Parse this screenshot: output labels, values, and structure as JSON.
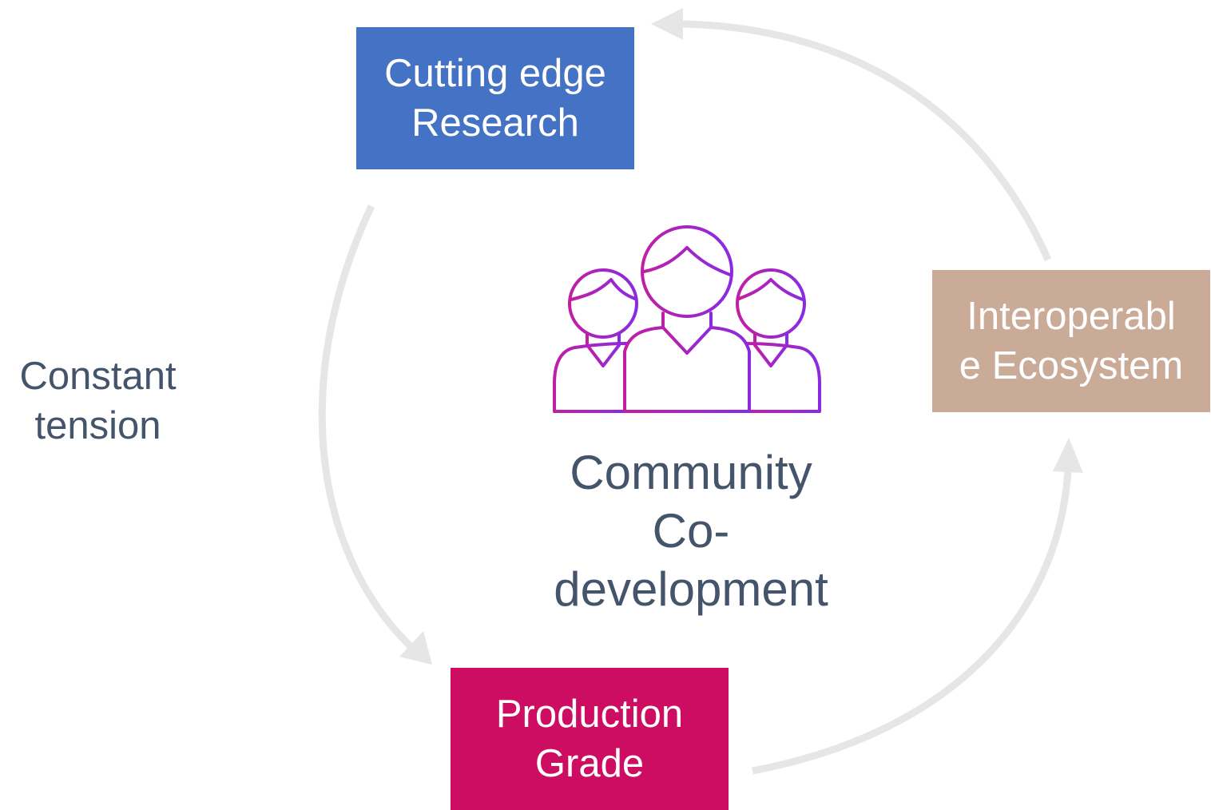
{
  "colors": {
    "research_box": "#4472c4",
    "interop_box": "#c9ab98",
    "production_box": "#cc0d62",
    "arrow": "#e6e6e6",
    "text_dark": "#44546a",
    "icon_gradient_start": "#c01fa3",
    "icon_gradient_end": "#8a2be2"
  },
  "nodes": {
    "research": {
      "line1": "Cutting edge",
      "line2": "Research"
    },
    "interop": {
      "line1": "Interoperabl",
      "line2": "e Ecosystem"
    },
    "production": {
      "line1": "Production",
      "line2": "Grade"
    }
  },
  "side_label": {
    "line1": "Constant",
    "line2": "tension"
  },
  "center": {
    "icon": "community-people-icon",
    "line1": "Community",
    "line2": "Co-",
    "line3": "development"
  }
}
